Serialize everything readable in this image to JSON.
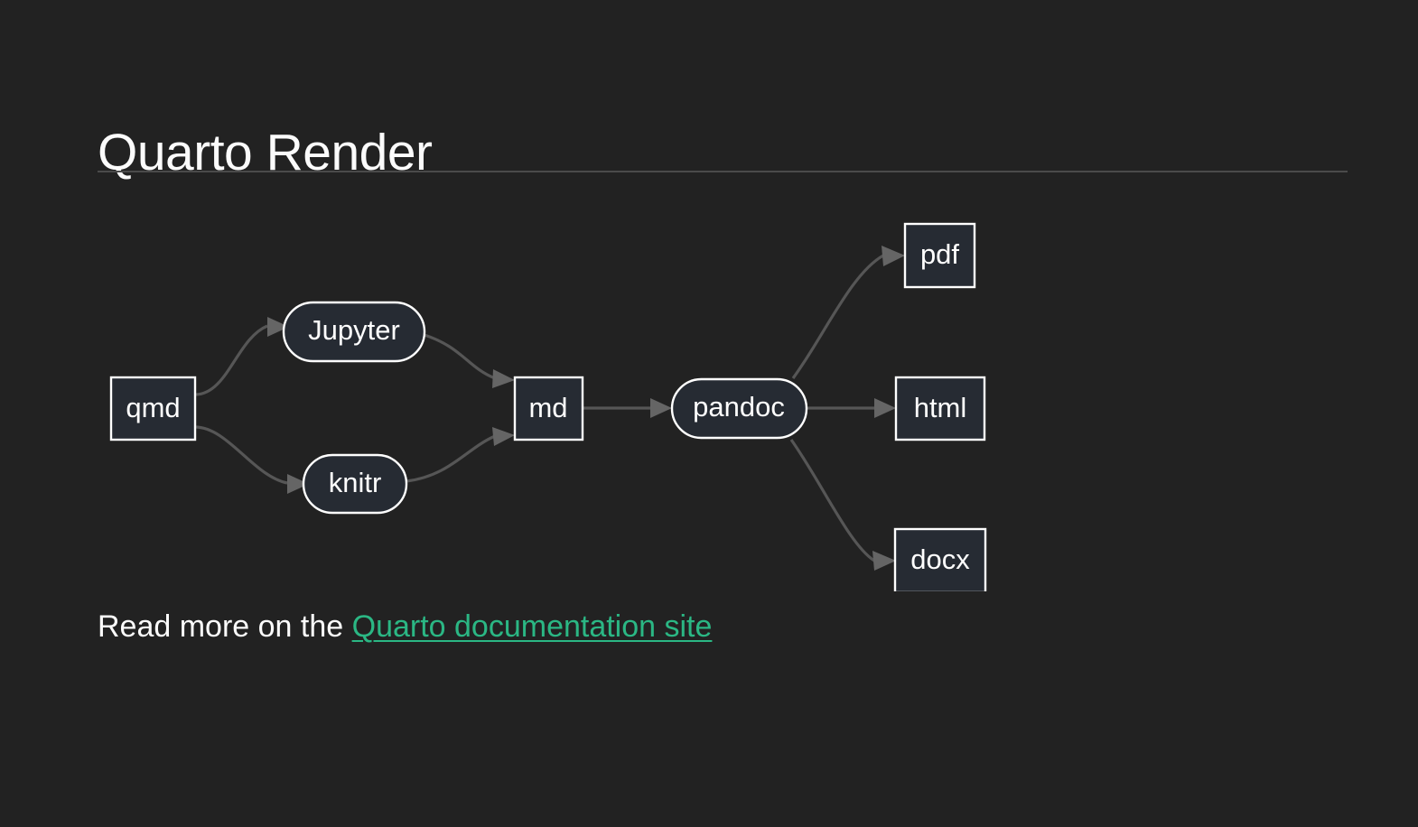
{
  "slide": {
    "title": "Quarto Render",
    "background_color": "#222222",
    "text_color": "#fbfbfb",
    "rule_color": "#4b4b4b"
  },
  "diagram": {
    "type": "flowchart",
    "direction": "left-to-right",
    "node_fill_color": "#262b33",
    "node_border_color": "#ffffff",
    "edge_color": "#565656",
    "nodes": [
      {
        "id": "qmd",
        "label": "qmd",
        "shape": "rect"
      },
      {
        "id": "jupyter",
        "label": "Jupyter",
        "shape": "stadium"
      },
      {
        "id": "knitr",
        "label": "knitr",
        "shape": "stadium"
      },
      {
        "id": "md",
        "label": "md",
        "shape": "rect"
      },
      {
        "id": "pandoc",
        "label": "pandoc",
        "shape": "stadium"
      },
      {
        "id": "pdf",
        "label": "pdf",
        "shape": "rect"
      },
      {
        "id": "html",
        "label": "html",
        "shape": "rect"
      },
      {
        "id": "docx",
        "label": "docx",
        "shape": "rect"
      }
    ],
    "edges": [
      {
        "from": "qmd",
        "to": "jupyter"
      },
      {
        "from": "qmd",
        "to": "knitr"
      },
      {
        "from": "jupyter",
        "to": "md"
      },
      {
        "from": "knitr",
        "to": "md"
      },
      {
        "from": "md",
        "to": "pandoc"
      },
      {
        "from": "pandoc",
        "to": "pdf"
      },
      {
        "from": "pandoc",
        "to": "html"
      },
      {
        "from": "pandoc",
        "to": "docx"
      }
    ]
  },
  "footer": {
    "lead_text": "Read more on the ",
    "link_text": "Quarto documentation site",
    "link_color": "#2bb784"
  }
}
